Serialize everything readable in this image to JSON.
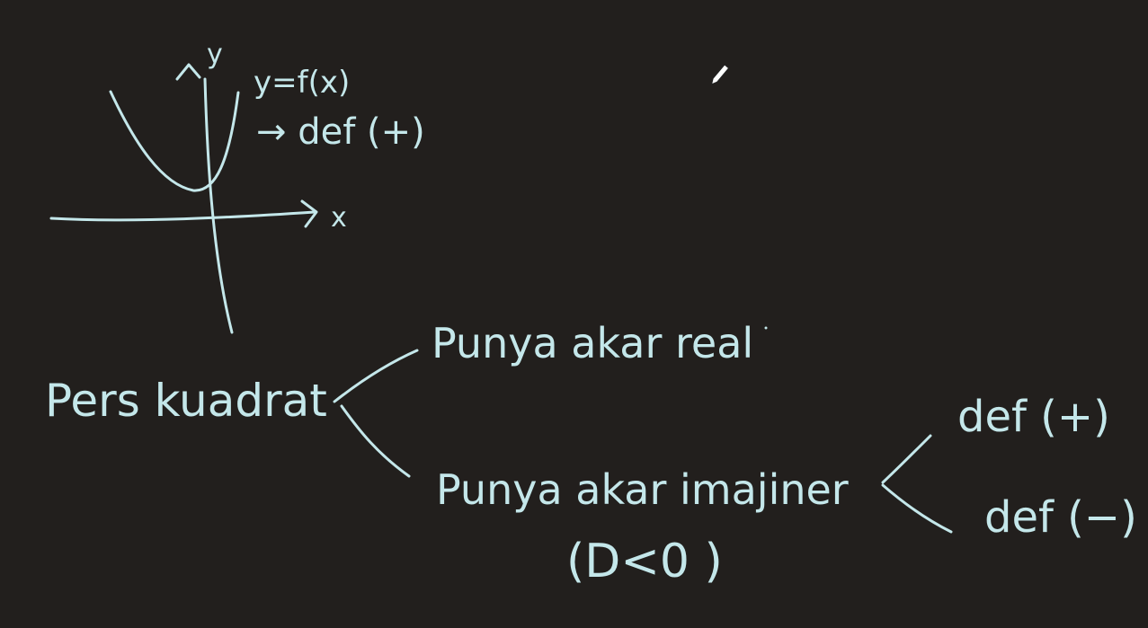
{
  "colors": {
    "background": "#221f1d",
    "ink": "#c4e7ea"
  },
  "graph": {
    "y_axis_label": "y",
    "x_axis_label": "x",
    "function_label": "y=f(x)",
    "definite_note": "→ def (+)"
  },
  "tree": {
    "root": "Pers kuadrat",
    "branch_real": "Punya akar real",
    "branch_imag": "Punya akar imajiner",
    "imag_condition": "(D<0 )",
    "sub_positive": "def (+)",
    "sub_negative": "def (−)"
  },
  "icons": {
    "pointer": "pen-cursor-icon"
  }
}
